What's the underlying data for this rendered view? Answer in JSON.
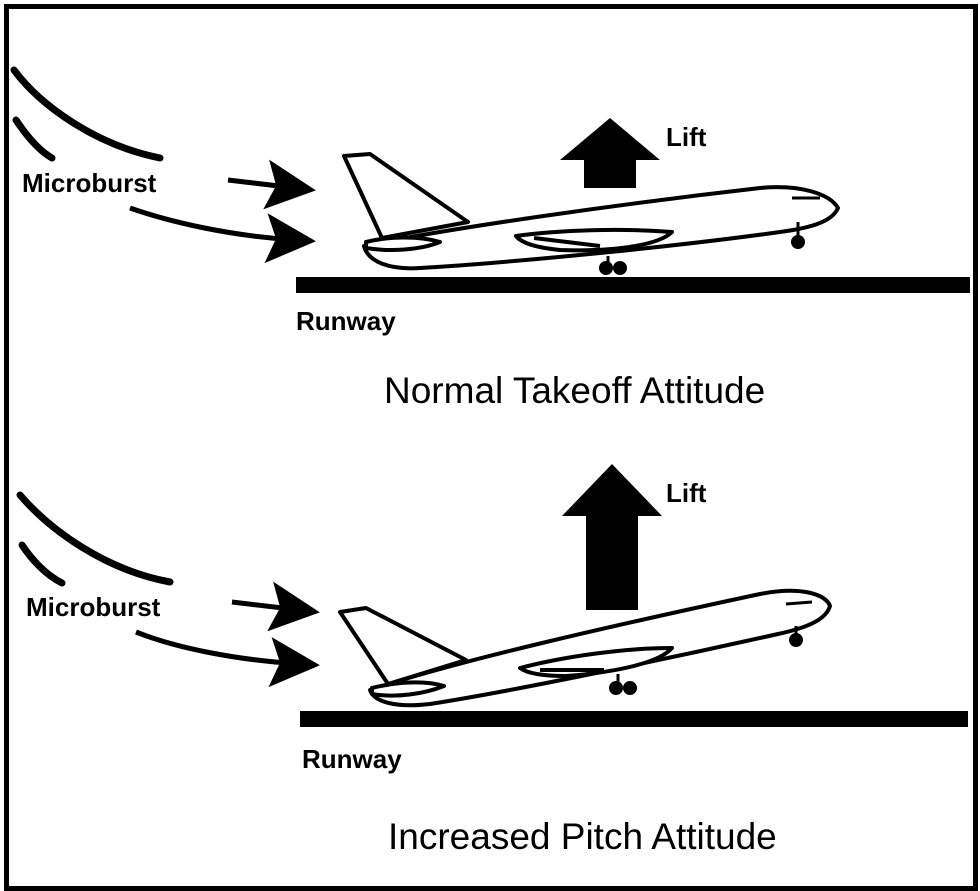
{
  "panels": [
    {
      "microburst_label": "Microburst",
      "lift_label": "Lift",
      "runway_label": "Runway",
      "caption": "Normal Takeoff Attitude"
    },
    {
      "microburst_label": "Microburst",
      "lift_label": "Lift",
      "runway_label": "Runway",
      "caption": "Increased Pitch Attitude"
    }
  ],
  "colors": {
    "ink": "#000000",
    "paper": "#ffffff"
  }
}
